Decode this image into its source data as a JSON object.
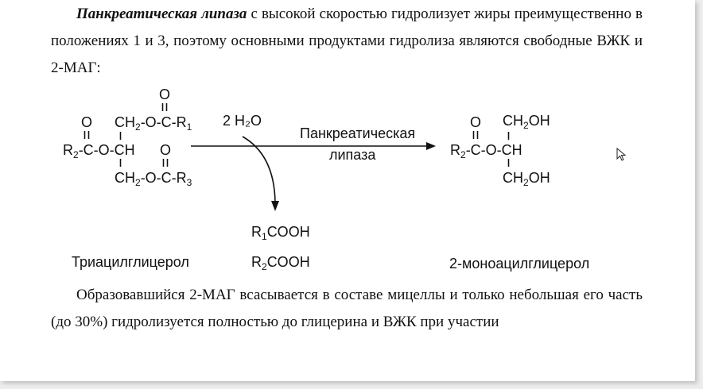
{
  "text": {
    "p1_title": "Панкреатическая липаза",
    "p1_rest": " с высокой скоростью гидролизует жиры преимущественно в положениях 1 и 3, поэтому основными продуктами гидролиза являются свободные ВЖК и 2-МАГ:",
    "p2": "Образовавшийся 2-МАГ всасывается в составе мицеллы  и только небольшая его часть (до 30%)  гидролизуется полностью до глицерина и ВЖК  при участии"
  },
  "scheme": {
    "tag_row1": "O   CH₂-O-C-R₁",
    "water": "2 H₂O",
    "enzyme_line1": "Панкреатическая",
    "enzyme_line2": "липаза",
    "product1": "R₁COOH",
    "product2": "R₂COOH",
    "label_left": "Триацилглицерол",
    "label_right": "2-моноацилглицерол"
  }
}
